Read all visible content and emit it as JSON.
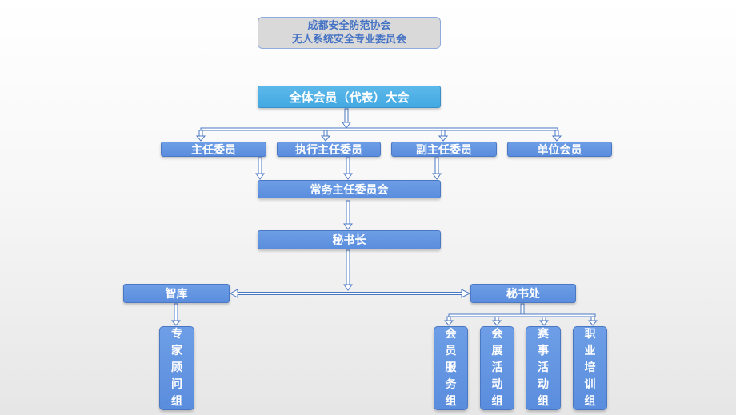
{
  "title": {
    "line1": "成都安全防范协会",
    "line2": "无人系统安全专业委员会"
  },
  "assembly": "全体会员（代表）大会",
  "level2": [
    "主任委员",
    "执行主任委员",
    "副主任委员",
    "单位会员"
  ],
  "standing_committee": "常务主任委员会",
  "secretary_general": "秘书长",
  "think_tank": "智库",
  "secretariat": "秘书处",
  "expert_group": "专家顾问组",
  "secretariat_groups": [
    "会员服务组",
    "会展活动组",
    "赛事活动组",
    "职业培训组"
  ]
}
